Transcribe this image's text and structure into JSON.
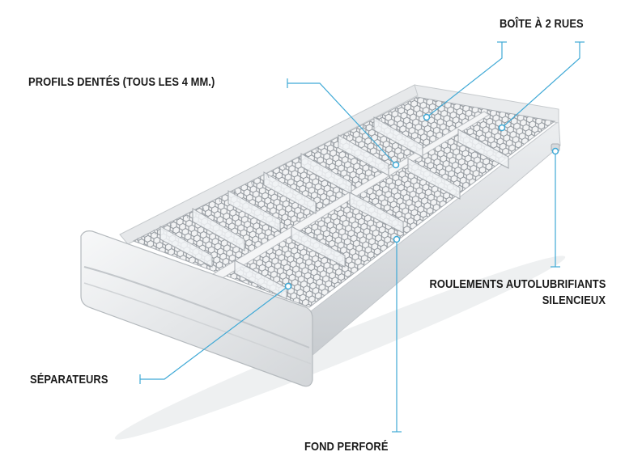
{
  "labels": {
    "box_two_lanes": "BOÎTE À 2 RUES",
    "toothed_profiles": "PROFILS DENTÉS (TOUS LES 4 MM.)",
    "bearings_line1": "ROULEMENTS AUTOLUBRIFIANTS",
    "bearings_line2": "SILENCIEUX",
    "separators": "SÉPARATEURS",
    "perforated_bottom": "FOND PERFORÉ"
  },
  "colors": {
    "callout_line": "#3fa9d6",
    "callout_dot": "#3fa9d6",
    "label_text": "#1a1a1a",
    "drawer_frame": "#e4e6e8",
    "drawer_shadow": "#b9bdc1",
    "mesh": "#8f959b"
  },
  "icons": [
    "callout-dot-icon"
  ]
}
